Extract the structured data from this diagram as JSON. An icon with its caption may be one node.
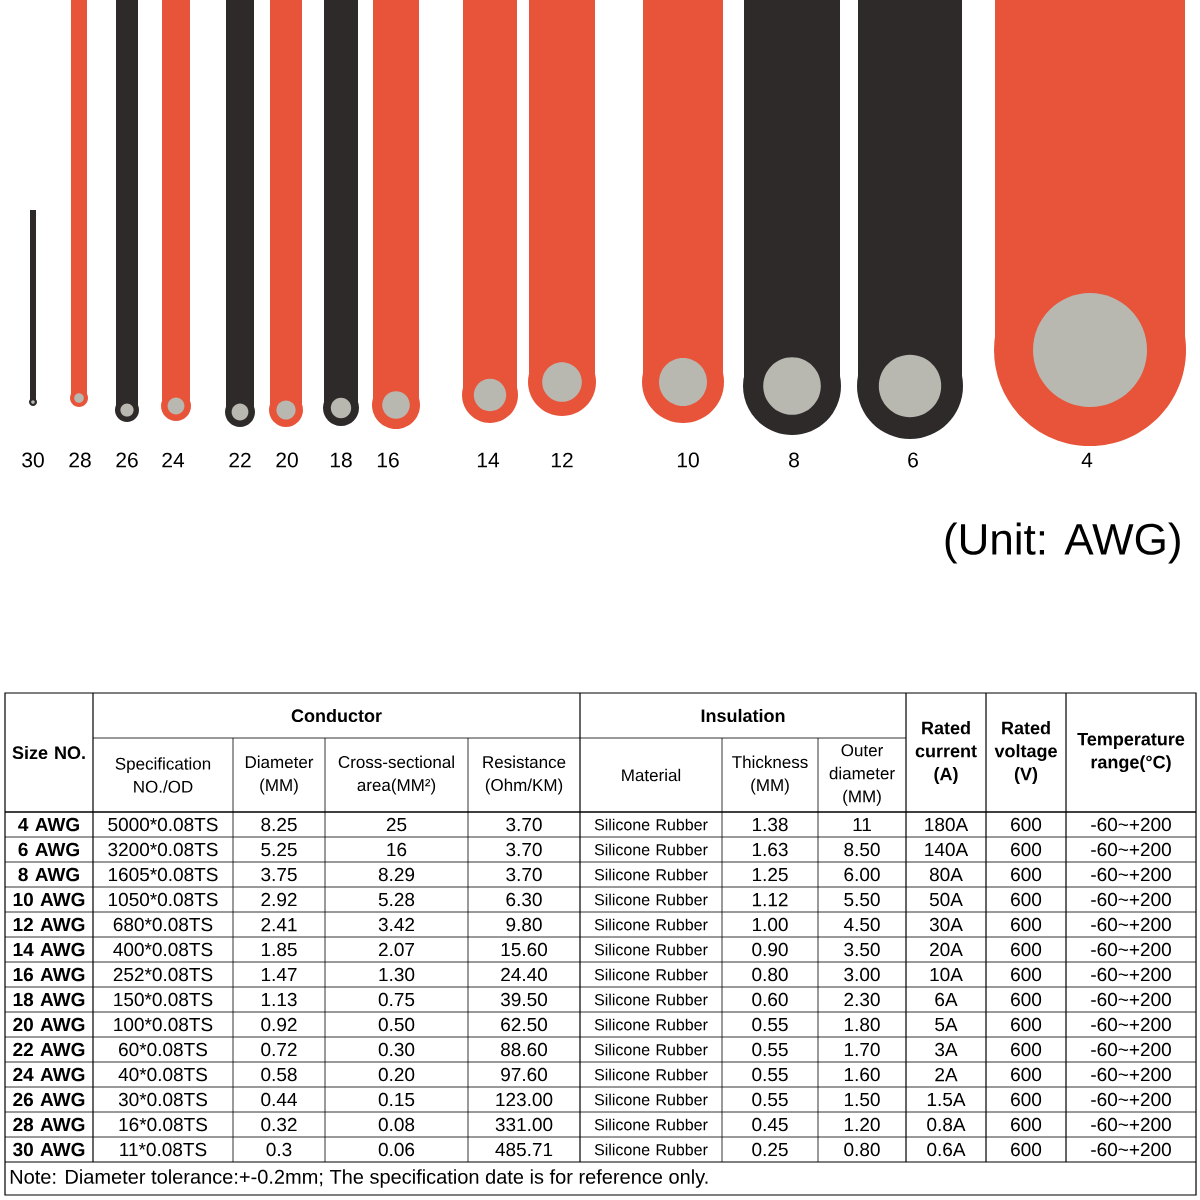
{
  "diagram": {
    "labels": [
      "30",
      "28",
      "26",
      "24",
      "22",
      "20",
      "18",
      "16",
      "14",
      "12",
      "10",
      "8",
      "6",
      "4",
      "(Unit: AWG)",
      "Size NO.",
      "Conductor",
      "Insulation",
      "Rated current (A)",
      "Rated voltage (V)",
      "Temperature range(°C)",
      "Specification NO./OD",
      "Diameter (MM)",
      "Cross-sectional area(MM²)",
      "Resistance (Ohm/KM)",
      "Material",
      "Thickness (MM)",
      "Outer diameter (MM)",
      "4 AWG",
      "5000*0.08TS",
      "8.25",
      "25",
      "3.70",
      "Silicone Rubber",
      "1.38",
      "11",
      "180A",
      "600",
      "-60~+200",
      "6 AWG",
      "3200*0.08TS",
      "5.25",
      "16",
      "3.70",
      "Silicone Rubber",
      "1.63",
      "8.50",
      "140A",
      "600",
      "-60~+200",
      "8 AWG",
      "1605*0.08TS",
      "3.75",
      "8.29",
      "3.70",
      "Silicone Rubber",
      "1.25",
      "6.00",
      "80A",
      "600",
      "-60~+200",
      "10 AWG",
      "1050*0.08TS",
      "2.92",
      "5.28",
      "6.30",
      "Silicone Rubber",
      "1.12",
      "5.50",
      "50A",
      "600",
      "-60~+200",
      "12 AWG",
      "680*0.08TS",
      "2.41",
      "3.42",
      "9.80",
      "Silicone Rubber",
      "1.00",
      "4.50",
      "30A",
      "600",
      "-60~+200",
      "14 AWG",
      "400*0.08TS",
      "1.85",
      "2.07",
      "15.60",
      "Silicone Rubber",
      "0.90",
      "3.50",
      "20A",
      "600",
      "-60~+200",
      "16 AWG",
      "252*0.08TS",
      "1.47",
      "1.30",
      "24.40",
      "Silicone Rubber",
      "0.80",
      "3.00",
      "10A",
      "600",
      "-60~+200",
      "18 AWG",
      "150*0.08TS",
      "1.13",
      "0.75",
      "39.50",
      "Silicone Rubber",
      "0.60",
      "2.30",
      "6A",
      "600",
      "-60~+200",
      "20 AWG",
      "100*0.08TS",
      "0.92",
      "0.50",
      "62.50",
      "Silicone Rubber",
      "0.55",
      "1.80",
      "5A",
      "600",
      "-60~+200",
      "22 AWG",
      "60*0.08TS",
      "0.72",
      "0.30",
      "88.60",
      "Silicone Rubber",
      "0.55",
      "1.70",
      "3A",
      "600",
      "-60~+200",
      "24 AWG",
      "40*0.08TS",
      "0.58",
      "0.20",
      "97.60",
      "Silicone Rubber",
      "0.55",
      "1.60",
      "2A",
      "600",
      "-60~+200",
      "26 AWG",
      "30*0.08TS",
      "0.44",
      "0.15",
      "123.00",
      "Silicone Rubber",
      "0.55",
      "1.50",
      "1.5A",
      "600",
      "-60~+200",
      "28 AWG",
      "16*0.08TS",
      "0.32",
      "0.08",
      "331.00",
      "Silicone Rubber",
      "0.45",
      "1.20",
      "0.8A",
      "600",
      "-60~+200",
      "30 AWG",
      "11*0.08TS",
      "0.3",
      "0.06",
      "485.71",
      "Silicone Rubber",
      "0.25",
      "0.80",
      "0.6A",
      "600",
      "-60~+200",
      "Note: Diameter tolerance:+-0.2mm; The specification date is for reference only."
    ]
  }
}
